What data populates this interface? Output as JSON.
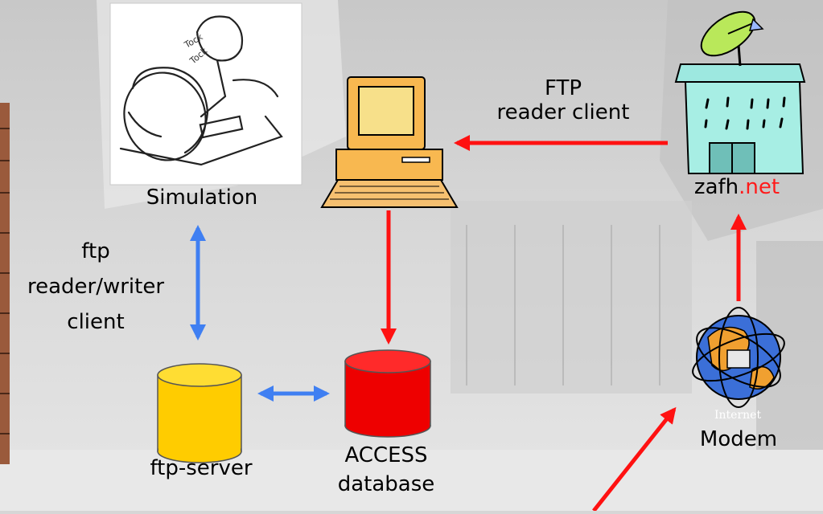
{
  "nodes": {
    "simulation": {
      "label": "Simulation"
    },
    "pc": {},
    "zafh": {
      "label_main": "zafh",
      "label_accent": ".net"
    },
    "modem": {
      "label": "Modem",
      "globe_text": "Internet"
    },
    "ftp_server": {
      "label": "ftp-server"
    },
    "access_db": {
      "label_line1": "ACCESS",
      "label_line2": "database"
    }
  },
  "edges": {
    "ftp_reader": {
      "line1": "FTP",
      "line2": "reader client"
    },
    "ftp_rw": {
      "line1": "ftp",
      "line2": "reader/writer",
      "line3": "client"
    }
  },
  "colors": {
    "red_arrow": "#ff1111",
    "blue_arrow": "#3f7ff2",
    "ftp_cylinder": "#ffcc00",
    "access_cylinder": "#ee0000",
    "net_accent": "#ff1a1a"
  }
}
